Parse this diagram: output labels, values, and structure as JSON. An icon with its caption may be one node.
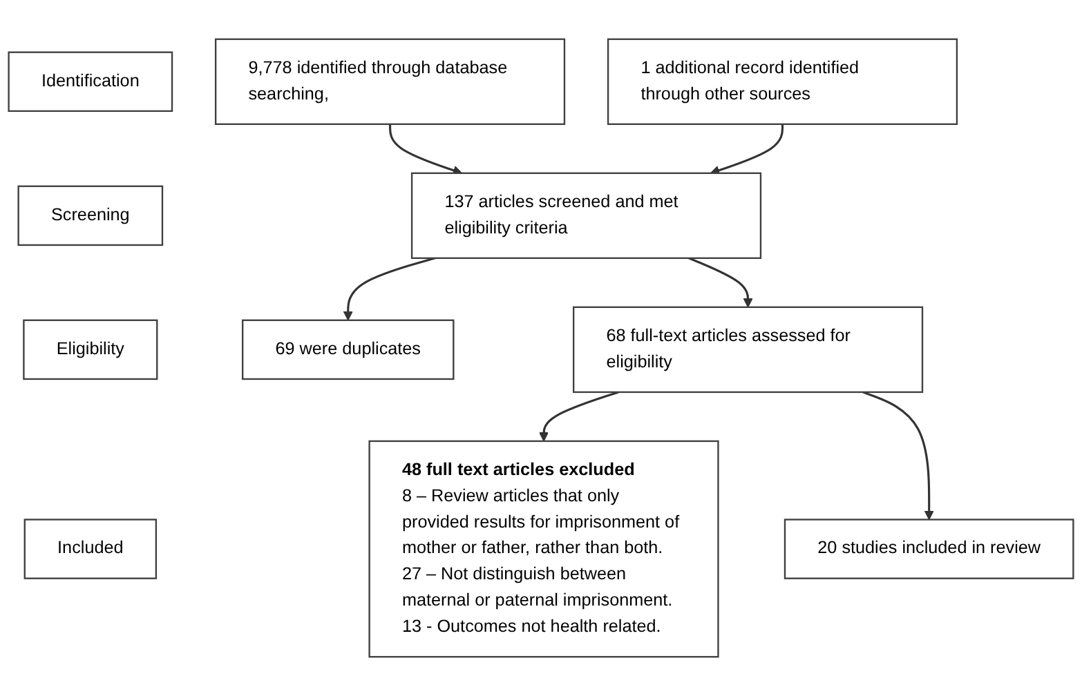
{
  "diagram": {
    "nodes": [
      {
        "text": [
          "Identification"
        ]
      },
      {
        "text": [
          "9,778 identified through database searching,"
        ]
      },
      {
        "text": [
          "1 additional record identified through other sources"
        ]
      },
      {
        "text": [
          "Screening"
        ]
      },
      {
        "text": [
          "137 articles screened and met eligibility criteria"
        ]
      },
      {
        "text": [
          "69 were duplicates"
        ]
      },
      {
        "text": [
          "Eligibility"
        ]
      },
      {
        "text": [
          "68 full-text articles assessed for eligibility"
        ]
      },
      {
        "text": [
          "48 full text articles excluded",
          "8 – Review articles that only provided results for imprisonment of mother or father, rather than both.",
          "27 – Not distinguish between maternal or paternal imprisonment.",
          "13 - Outcomes not health related."
        ]
      },
      {
        "text": [
          "Included"
        ]
      },
      {
        "text": [
          "20 studies included in review"
        ]
      }
    ],
    "edges": [
      {
        "from": 1,
        "to": 4,
        "arrow": "to"
      },
      {
        "from": 2,
        "to": 4,
        "arrow": "to"
      },
      {
        "from": 4,
        "to": 5,
        "arrow": "to"
      },
      {
        "from": 4,
        "to": 7,
        "arrow": "to"
      },
      {
        "from": 7,
        "to": 8,
        "arrow": "to"
      },
      {
        "from": 7,
        "to": 10,
        "arrow": "to"
      }
    ]
  }
}
